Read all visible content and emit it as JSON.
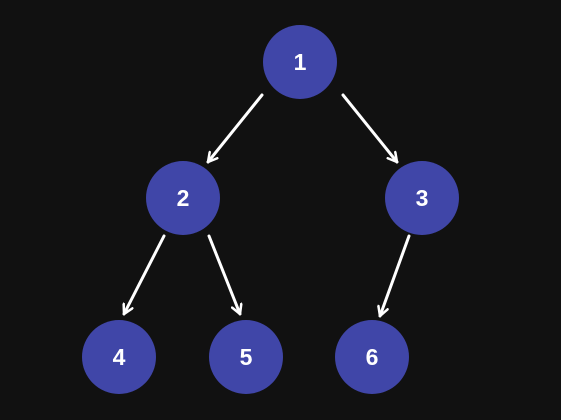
{
  "tree": {
    "nodes": [
      {
        "id": "1",
        "label": "1"
      },
      {
        "id": "2",
        "label": "2"
      },
      {
        "id": "3",
        "label": "3"
      },
      {
        "id": "4",
        "label": "4"
      },
      {
        "id": "5",
        "label": "5"
      },
      {
        "id": "6",
        "label": "6"
      }
    ],
    "edges": [
      {
        "from": "1",
        "to": "2"
      },
      {
        "from": "1",
        "to": "3"
      },
      {
        "from": "2",
        "to": "4"
      },
      {
        "from": "2",
        "to": "5"
      },
      {
        "from": "3",
        "to": "6"
      }
    ]
  },
  "colors": {
    "background": "#111111",
    "node_fill": "#4046a8",
    "node_text": "#ffffff",
    "edge": "#ffffff"
  }
}
